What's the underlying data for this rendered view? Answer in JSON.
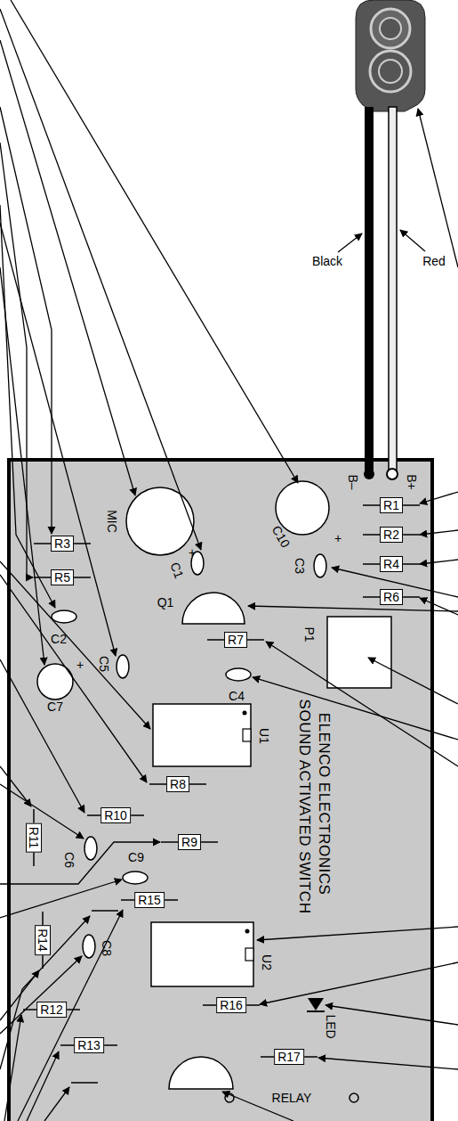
{
  "diagram": {
    "labels": [
      "Black",
      "Red",
      "B–",
      "B+",
      "MIC",
      "+",
      "C10",
      "+",
      "C1",
      "R1",
      "R2",
      "R3",
      "R4",
      "R5",
      "R6",
      "C3",
      "Q1",
      "C2",
      "R7",
      "P1",
      "C7",
      "+",
      "C5",
      "C4",
      "U1",
      "ELENCO ELECTRONICS",
      "SOUND ACTIVATED SWITCH",
      "R8",
      "R10",
      "R11",
      "C6",
      "R9",
      "C9",
      "R15",
      "R14",
      "C8",
      "U2",
      "R12",
      "R16",
      "LED",
      "R13",
      "R17",
      "RELAY"
    ]
  }
}
